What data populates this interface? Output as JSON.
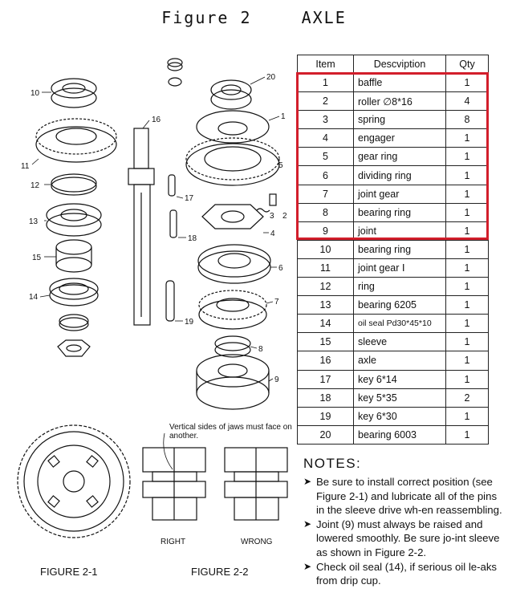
{
  "title": {
    "figure": "Figure 2",
    "name": "AXLE"
  },
  "table": {
    "headers": [
      "Item",
      "Descviption",
      "Qty"
    ],
    "rows": [
      {
        "item": "1",
        "desc": "baffle",
        "qty": "1"
      },
      {
        "item": "2",
        "desc": "roller ∅8*16",
        "qty": "4"
      },
      {
        "item": "3",
        "desc": "spring",
        "qty": "8"
      },
      {
        "item": "4",
        "desc": "engager",
        "qty": "1"
      },
      {
        "item": "5",
        "desc": "gear ring",
        "qty": "1"
      },
      {
        "item": "6",
        "desc": "dividing ring",
        "qty": "1"
      },
      {
        "item": "7",
        "desc": "joint gear",
        "qty": "1"
      },
      {
        "item": "8",
        "desc": "bearing ring",
        "qty": "1"
      },
      {
        "item": "9",
        "desc": "joint",
        "qty": "1"
      },
      {
        "item": "10",
        "desc": "bearing ring",
        "qty": "1"
      },
      {
        "item": "11",
        "desc": "joint gear Ⅰ",
        "qty": "1"
      },
      {
        "item": "12",
        "desc": "ring",
        "qty": "1"
      },
      {
        "item": "13",
        "desc": "bearing 6205",
        "qty": "1"
      },
      {
        "item": "14",
        "desc": "oil seal Pd30*45*10",
        "qty": "1"
      },
      {
        "item": "15",
        "desc": "sleeve",
        "qty": "1"
      },
      {
        "item": "16",
        "desc": "axle",
        "qty": "1"
      },
      {
        "item": "17",
        "desc": "key 6*14",
        "qty": "1"
      },
      {
        "item": "18",
        "desc": "key 5*35",
        "qty": "2"
      },
      {
        "item": "19",
        "desc": "key 6*30",
        "qty": "1"
      },
      {
        "item": "20",
        "desc": "bearing 6003",
        "qty": "1"
      }
    ]
  },
  "notes": {
    "heading": "NOTES:",
    "items": [
      "Be sure to install correct position (see Figure 2-1) and lubricate all of the pins in the sleeve drive wh-en reassembling.",
      "Joint (9) must always be raised and lowered smoothly. Be sure jo-int sleeve as shown in Figure 2-2.",
      "Check oil seal (14), if serious oil le-aks from drip cup."
    ]
  },
  "figure": {
    "callouts": [
      "1",
      "2",
      "3",
      "4",
      "5",
      "6",
      "7",
      "8",
      "9",
      "10",
      "11",
      "12",
      "13",
      "14",
      "15",
      "16",
      "17",
      "18",
      "19",
      "20"
    ],
    "caption_2_1": "FIGURE 2-1",
    "caption_2_2": "FIGURE 2-2",
    "jaw_note": "Vertical sides of jaws must face on another.",
    "right_label": "RIGHT",
    "wrong_label": "WRONG"
  },
  "colors": {
    "highlight": "#d21e2b",
    "ink": "#111111"
  }
}
